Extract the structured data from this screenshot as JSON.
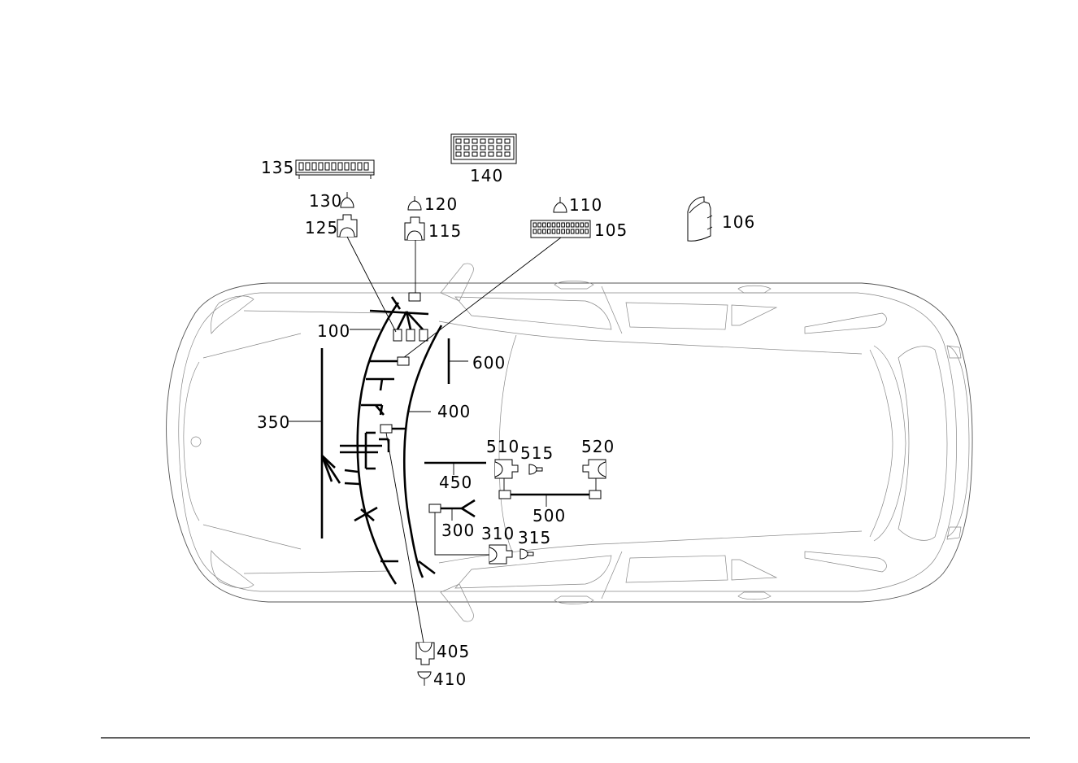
{
  "labels": {
    "l100": "100",
    "l105": "105",
    "l106": "106",
    "l110": "110",
    "l115": "115",
    "l120": "120",
    "l125": "125",
    "l130": "130",
    "l135": "135",
    "l140": "140",
    "l300": "300",
    "l310": "310",
    "l315": "315",
    "l350": "350",
    "l400": "400",
    "l405": "405",
    "l410": "410",
    "l450": "450",
    "l500": "500",
    "l510": "510",
    "l515": "515",
    "l520": "520",
    "l600": "600"
  },
  "colors": {
    "ink": "#000000",
    "car_outline": "#555555",
    "background": "#ffffff"
  }
}
